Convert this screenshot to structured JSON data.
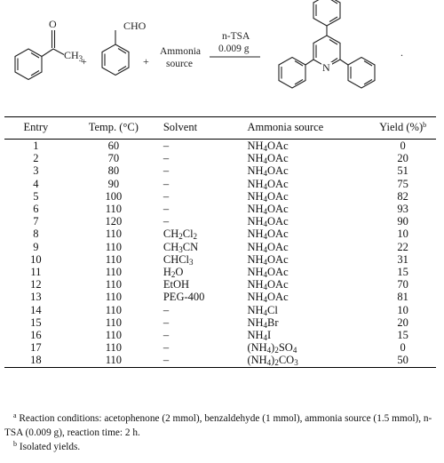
{
  "scheme": {
    "acetophenone_label": "CH3",
    "acetophenone_o": "O",
    "benzaldehyde_label": "CHO",
    "plus1": "+",
    "plus2": "+",
    "plus3": "+",
    "ammonia_line1": "Ammonia",
    "ammonia_line2": "source",
    "catalyst": "n-TSA",
    "amount": "0.009 g",
    "product_n": "N",
    "period": "."
  },
  "table": {
    "headers": [
      "Entry",
      "Temp. (°C)",
      "Solvent",
      "Ammonia source",
      "Yield (%)"
    ],
    "yield_header_sup": "b",
    "rows": [
      {
        "entry": "1",
        "temp": "60",
        "solvent": "–",
        "ammonia": "NH4OAc",
        "yield": "0"
      },
      {
        "entry": "2",
        "temp": "70",
        "solvent": "–",
        "ammonia": "NH4OAc",
        "yield": "20"
      },
      {
        "entry": "3",
        "temp": "80",
        "solvent": "–",
        "ammonia": "NH4OAc",
        "yield": "51"
      },
      {
        "entry": "4",
        "temp": "90",
        "solvent": "–",
        "ammonia": "NH4OAc",
        "yield": "75"
      },
      {
        "entry": "5",
        "temp": "100",
        "solvent": "–",
        "ammonia": "NH4OAc",
        "yield": "82"
      },
      {
        "entry": "6",
        "temp": "110",
        "solvent": "–",
        "ammonia": "NH4OAc",
        "yield": "93"
      },
      {
        "entry": "7",
        "temp": "120",
        "solvent": "–",
        "ammonia": "NH4OAc",
        "yield": "90"
      },
      {
        "entry": "8",
        "temp": "110",
        "solvent": "CH2Cl2",
        "ammonia": "NH4OAc",
        "yield": "10"
      },
      {
        "entry": "9",
        "temp": "110",
        "solvent": "CH3CN",
        "ammonia": "NH4OAc",
        "yield": "22"
      },
      {
        "entry": "10",
        "temp": "110",
        "solvent": "CHCl3",
        "ammonia": "NH4OAc",
        "yield": "31"
      },
      {
        "entry": "11",
        "temp": "110",
        "solvent": "H2O",
        "ammonia": "NH4OAc",
        "yield": "15"
      },
      {
        "entry": "12",
        "temp": "110",
        "solvent": "EtOH",
        "ammonia": "NH4OAc",
        "yield": "70"
      },
      {
        "entry": "13",
        "temp": "110",
        "solvent": "PEG-400",
        "ammonia": "NH4OAc",
        "yield": "81"
      },
      {
        "entry": "14",
        "temp": "110",
        "solvent": "–",
        "ammonia": "NH4Cl",
        "yield": "10"
      },
      {
        "entry": "15",
        "temp": "110",
        "solvent": "–",
        "ammonia": "NH4Br",
        "yield": "20"
      },
      {
        "entry": "16",
        "temp": "110",
        "solvent": "–",
        "ammonia": "NH4I",
        "yield": "15"
      },
      {
        "entry": "17",
        "temp": "110",
        "solvent": "–",
        "ammonia": "(NH4)2SO4",
        "yield": "0"
      },
      {
        "entry": "18",
        "temp": "110",
        "solvent": "–",
        "ammonia": "(NH4)2CO3",
        "yield": "50"
      }
    ]
  },
  "footnotes": {
    "a_mark": "a",
    "a_text": "Reaction conditions: acetophenone (2 mmol), benzaldehyde (1 mmol), ammonia source (1.5 mmol), n-TSA (0.009 g), reaction time: 2 h.",
    "b_mark": "b",
    "b_text": "Isolated yields."
  }
}
